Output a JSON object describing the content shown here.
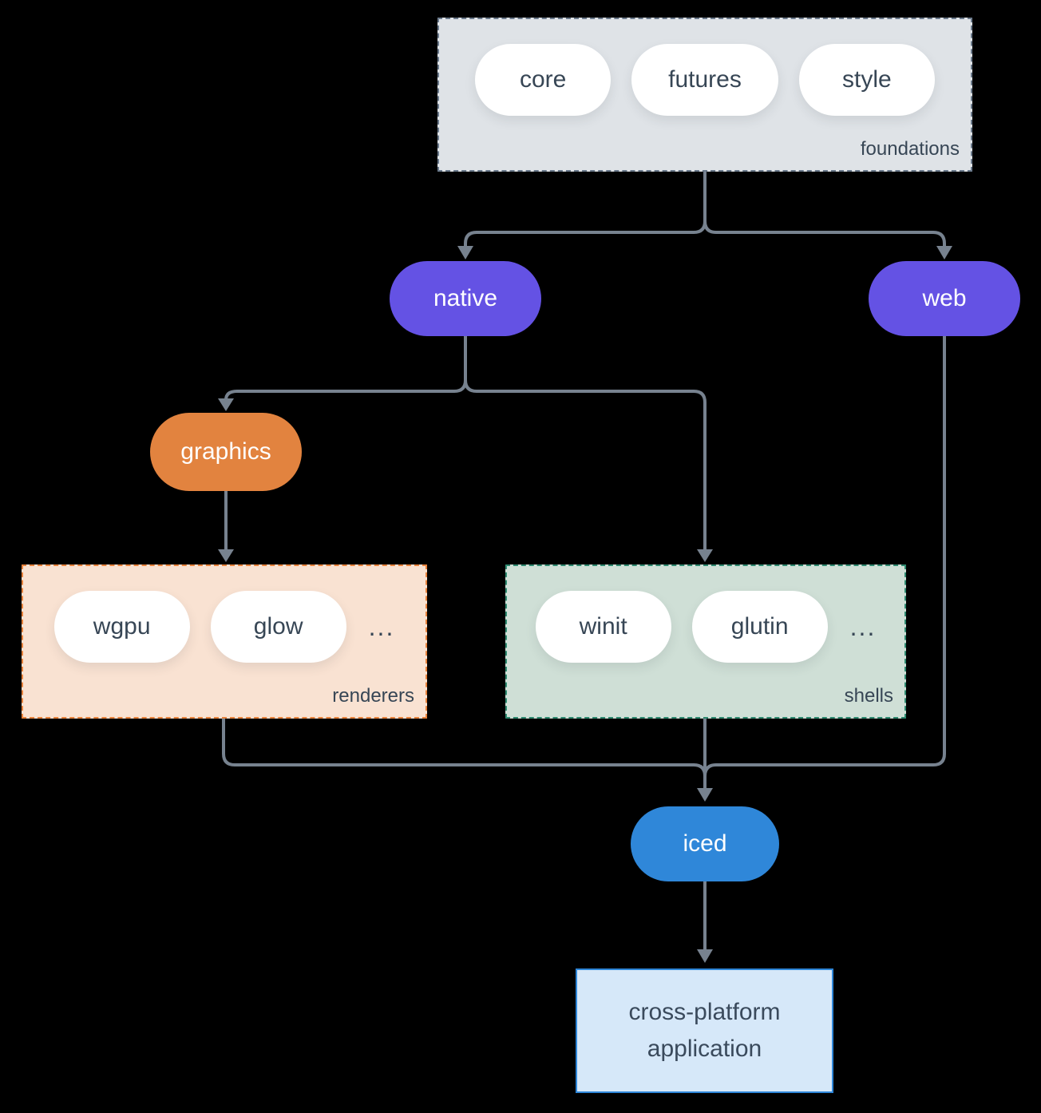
{
  "canvas": {
    "background": "#000000"
  },
  "colors": {
    "connector": "#77828f",
    "purple_node": "#6452e4",
    "orange_node": "#e2833f",
    "blue_node": "#2f87d9",
    "foundations_bg": "#dfe3e7",
    "foundations_border": "#6b7a8c",
    "renderers_bg": "#f9e2d2",
    "renderers_border": "#e8833d",
    "shells_bg": "#cfdfd6",
    "shells_border": "#2e8a70",
    "app_bg": "#d6e8f9",
    "app_border": "#2e86d8",
    "dark_text": "#374655",
    "white_text": "#ffffff"
  },
  "foundations": {
    "label": "foundations",
    "items": [
      "core",
      "futures",
      "style"
    ]
  },
  "nodes": {
    "native": "native",
    "web": "web",
    "graphics": "graphics",
    "iced": "iced"
  },
  "renderers": {
    "label": "renderers",
    "items": [
      "wgpu",
      "glow"
    ],
    "more": "..."
  },
  "shells": {
    "label": "shells",
    "items": [
      "winit",
      "glutin"
    ],
    "more": "..."
  },
  "application": {
    "lines": [
      "cross-platform",
      "application"
    ]
  }
}
